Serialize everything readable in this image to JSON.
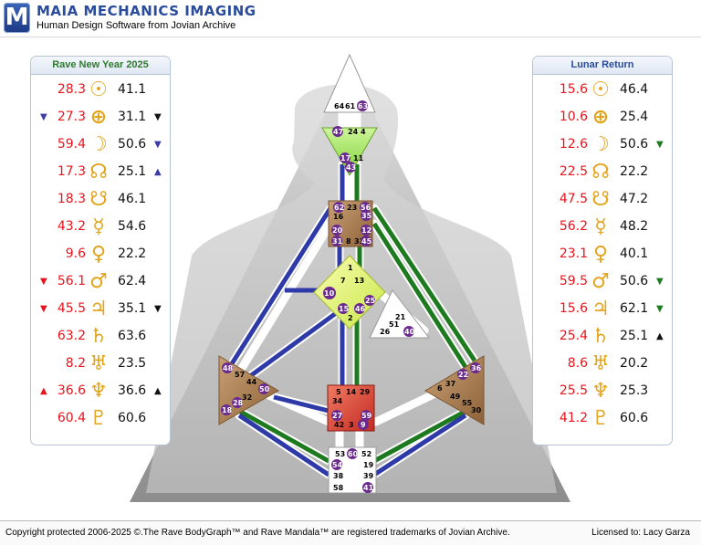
{
  "app": {
    "logo_letter": "M",
    "title": "MAIA MECHANICS IMAGING",
    "subtitle": "Human Design Software from Jovian Archive"
  },
  "colors": {
    "design_red": "#e8141c",
    "personality_black": "#111111",
    "left_panel_header": "#2d7a2d",
    "right_panel_header": "#2a4c9c",
    "planet_glyph": "#e3a41e",
    "marker_blue": "#3a3aa8",
    "marker_green": "#1e7a1e",
    "marker_red": "#e8141c"
  },
  "left_panel": {
    "title": "Rave New Year 2025",
    "rows": [
      {
        "planet": "sun-icon",
        "glyph": "☉",
        "left": "28.3",
        "right": "41.1",
        "ml": "",
        "mr": ""
      },
      {
        "planet": "earth-icon",
        "glyph": "⊕",
        "left": "27.3",
        "right": "31.1",
        "ml": "▼",
        "ml_color": "#3a3aa8",
        "mr": "▼",
        "mr_color": "#111111"
      },
      {
        "planet": "moon-icon",
        "glyph": "☽",
        "left": "59.4",
        "right": "50.6",
        "ml": "",
        "mr": "▼",
        "mr_color": "#3a3aa8"
      },
      {
        "planet": "north-node-icon",
        "glyph": "☊",
        "left": "17.3",
        "right": "25.1",
        "ml": "",
        "mr": "▲",
        "mr_color": "#3a3aa8"
      },
      {
        "planet": "south-node-icon",
        "glyph": "☋",
        "left": "18.3",
        "right": "46.1",
        "ml": "",
        "mr": ""
      },
      {
        "planet": "mercury-icon",
        "glyph": "☿",
        "left": "43.2",
        "right": "54.6",
        "ml": "",
        "mr": ""
      },
      {
        "planet": "venus-icon",
        "glyph": "♀",
        "left": "9.6",
        "right": "22.2",
        "ml": "",
        "mr": ""
      },
      {
        "planet": "mars-icon",
        "glyph": "♂",
        "left": "56.1",
        "right": "62.4",
        "ml": "▼",
        "ml_color": "#e8141c",
        "mr": ""
      },
      {
        "planet": "jupiter-icon",
        "glyph": "♃",
        "left": "45.5",
        "right": "35.1",
        "ml": "▼",
        "ml_color": "#e8141c",
        "mr": "▼",
        "mr_color": "#111111"
      },
      {
        "planet": "saturn-icon",
        "glyph": "♄",
        "left": "63.2",
        "right": "63.6",
        "ml": "",
        "mr": ""
      },
      {
        "planet": "uranus-icon",
        "glyph": "♅",
        "left": "8.2",
        "right": "23.5",
        "ml": "",
        "mr": ""
      },
      {
        "planet": "neptune-icon",
        "glyph": "♆",
        "left": "36.6",
        "right": "36.6",
        "ml": "▲",
        "ml_color": "#e8141c",
        "mr": "▲",
        "mr_color": "#111111"
      },
      {
        "planet": "pluto-icon",
        "glyph": "♇",
        "left": "60.4",
        "right": "60.6",
        "ml": "",
        "mr": ""
      }
    ]
  },
  "right_panel": {
    "title": "Lunar Return",
    "rows": [
      {
        "planet": "sun-icon",
        "glyph": "☉",
        "left": "15.6",
        "right": "46.4",
        "ml": "",
        "mr": ""
      },
      {
        "planet": "earth-icon",
        "glyph": "⊕",
        "left": "10.6",
        "right": "25.4",
        "ml": "",
        "mr": ""
      },
      {
        "planet": "moon-icon",
        "glyph": "☽",
        "left": "12.6",
        "right": "50.6",
        "ml": "",
        "mr": "▼",
        "mr_color": "#1e7a1e"
      },
      {
        "planet": "north-node-icon",
        "glyph": "☊",
        "left": "22.5",
        "right": "22.2",
        "ml": "",
        "mr": ""
      },
      {
        "planet": "south-node-icon",
        "glyph": "☋",
        "left": "47.5",
        "right": "47.2",
        "ml": "",
        "mr": ""
      },
      {
        "planet": "mercury-icon",
        "glyph": "☿",
        "left": "56.2",
        "right": "48.2",
        "ml": "",
        "mr": ""
      },
      {
        "planet": "venus-icon",
        "glyph": "♀",
        "left": "23.1",
        "right": "40.1",
        "ml": "",
        "mr": ""
      },
      {
        "planet": "mars-icon",
        "glyph": "♂",
        "left": "59.5",
        "right": "50.6",
        "ml": "",
        "mr": "▼",
        "mr_color": "#1e7a1e"
      },
      {
        "planet": "jupiter-icon",
        "glyph": "♃",
        "left": "15.6",
        "right": "62.1",
        "ml": "",
        "mr": "▼",
        "mr_color": "#1e7a1e"
      },
      {
        "planet": "saturn-icon",
        "glyph": "♄",
        "left": "25.4",
        "right": "25.1",
        "ml": "",
        "mr": "▲",
        "mr_color": "#111111"
      },
      {
        "planet": "uranus-icon",
        "glyph": "♅",
        "left": "8.6",
        "right": "20.2",
        "ml": "",
        "mr": ""
      },
      {
        "planet": "neptune-icon",
        "glyph": "♆",
        "left": "25.5",
        "right": "25.3",
        "ml": "",
        "mr": ""
      },
      {
        "planet": "pluto-icon",
        "glyph": "♇",
        "left": "41.2",
        "right": "60.6",
        "ml": "",
        "mr": ""
      }
    ]
  },
  "bodygraph": {
    "centers": {
      "head": {
        "gates": [
          "64",
          "61",
          "63"
        ]
      },
      "ajna": {
        "gates": [
          "47",
          "24",
          "4",
          "17",
          "11",
          "43"
        ]
      },
      "throat": {
        "gates": [
          "62",
          "23",
          "56",
          "16",
          "35",
          "20",
          "12",
          "31",
          "8",
          "33",
          "45"
        ]
      },
      "g": {
        "gates": [
          "1",
          "7",
          "13",
          "10",
          "25",
          "15",
          "46",
          "2"
        ]
      },
      "ego": {
        "gates": [
          "21",
          "51",
          "26",
          "40"
        ]
      },
      "spleen": {
        "gates": [
          "48",
          "57",
          "44",
          "50",
          "32",
          "28",
          "18"
        ]
      },
      "sacral": {
        "gates": [
          "5",
          "14",
          "29",
          "34",
          "27",
          "59",
          "42",
          "3",
          "9"
        ]
      },
      "solar_plexus": {
        "gates": [
          "36",
          "22",
          "6",
          "37",
          "49",
          "55",
          "30"
        ]
      },
      "root": {
        "gates": [
          "53",
          "60",
          "52",
          "54",
          "19",
          "38",
          "39",
          "58",
          "41"
        ]
      }
    }
  },
  "footer": {
    "copyright": "Copyright protected 2006-2025 ©.The Rave BodyGraph™ and Rave Mandala™ are registered trademarks of Jovian Archive.",
    "licensed": "Licensed to: Lacy Garza"
  }
}
